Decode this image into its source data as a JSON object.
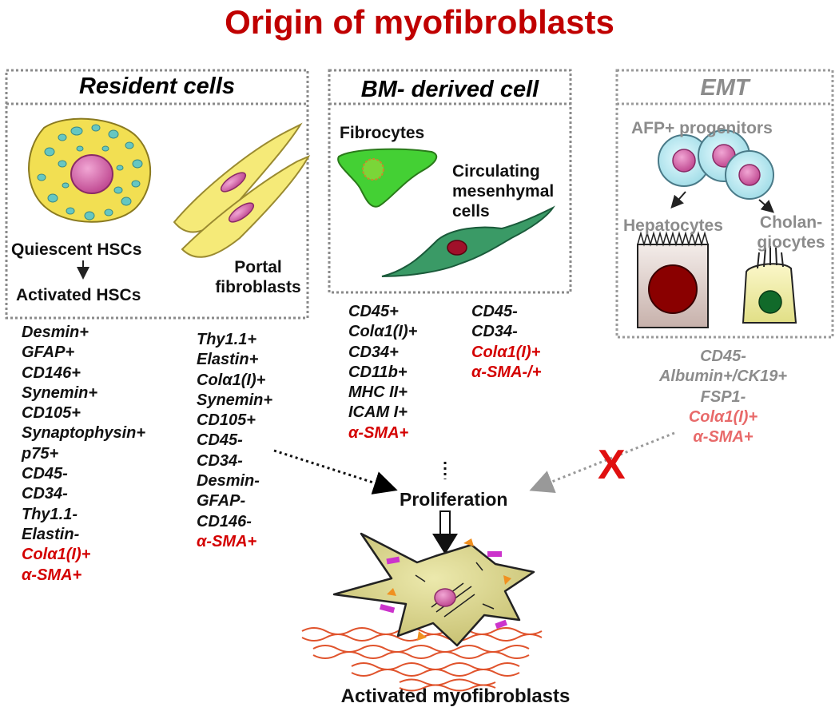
{
  "title": "Origin of myofibroblasts",
  "resident": {
    "header": "Resident cells",
    "quiescent": "Quiescent HSCs",
    "activated": "Activated HSCs",
    "portal_line1": "Portal",
    "portal_line2": "fibroblasts",
    "hsc_markers": [
      {
        "text": "Desmin+",
        "color": "black"
      },
      {
        "text": "GFAP+",
        "color": "black"
      },
      {
        "text": "CD146+",
        "color": "black"
      },
      {
        "text": "Synemin+",
        "color": "black"
      },
      {
        "text": "CD105+",
        "color": "black"
      },
      {
        "text": "Synaptophysin+",
        "color": "black"
      },
      {
        "text": "p75+",
        "color": "black"
      },
      {
        "text": "CD45-",
        "color": "black"
      },
      {
        "text": "CD34-",
        "color": "black"
      },
      {
        "text": "Thy1.1-",
        "color": "black"
      },
      {
        "text": "Elastin-",
        "color": "black"
      },
      {
        "text": "Colα1(I)+",
        "color": "red"
      },
      {
        "text": "α-SMA+",
        "color": "red"
      }
    ],
    "portal_markers": [
      {
        "text": "Thy1.1+",
        "color": "black"
      },
      {
        "text": "Elastin+",
        "color": "black"
      },
      {
        "text": "Colα1(I)+",
        "color": "black"
      },
      {
        "text": "Synemin+",
        "color": "black"
      },
      {
        "text": "CD105+",
        "color": "black"
      },
      {
        "text": "CD45-",
        "color": "black"
      },
      {
        "text": "CD34-",
        "color": "black"
      },
      {
        "text": "Desmin-",
        "color": "black"
      },
      {
        "text": "GFAP-",
        "color": "black"
      },
      {
        "text": "CD146-",
        "color": "black"
      },
      {
        "text": "α-SMA+",
        "color": "red"
      }
    ]
  },
  "bm": {
    "header": "BM- derived cell",
    "fibrocytes": "Fibrocytes",
    "circ_line1": "Circulating",
    "circ_line2": "mesenhymal",
    "circ_line3": "cells",
    "fibrocyte_markers": [
      {
        "text": "CD45+",
        "color": "black"
      },
      {
        "text": "Colα1(I)+",
        "color": "black"
      },
      {
        "text": "CD34+",
        "color": "black"
      },
      {
        "text": "CD11b+",
        "color": "black"
      },
      {
        "text": "MHC II+",
        "color": "black"
      },
      {
        "text": "ICAM I+",
        "color": "black"
      },
      {
        "text": "α-SMA+",
        "color": "red"
      }
    ],
    "circ_markers": [
      {
        "text": "CD45-",
        "color": "black"
      },
      {
        "text": "CD34-",
        "color": "black"
      },
      {
        "text": "Colα1(I)+",
        "color": "red"
      },
      {
        "text": "α-SMA-/+",
        "color": "red"
      }
    ]
  },
  "emt": {
    "header": "EMT",
    "progenitors": "AFP+ progenitors",
    "hepatocytes": "Hepatocytes",
    "chol_line1": "Cholan-",
    "chol_line2": "giocytes",
    "markers": [
      {
        "text": "CD45-",
        "color": "gray"
      },
      {
        "text": "Albumin+/CK19+",
        "color": "gray"
      },
      {
        "text": "FSP1-",
        "color": "gray"
      },
      {
        "text": "Colα1(I)+",
        "color": "lightred"
      },
      {
        "text": "α-SMA+",
        "color": "lightred"
      }
    ],
    "blocked_mark": "X"
  },
  "proliferation": "Proliferation",
  "result": "Activated myofibroblasts",
  "colors": {
    "title_red": "#c00000",
    "marker_red": "#d40000",
    "emt_gray": "#8c8c8c",
    "emt_light_red": "#e86a6a",
    "hsc_cell": "#f2df52",
    "hsc_spots": "#66c7c2",
    "nucleus": "#d15ba0",
    "fibrocyte": "#44d034",
    "mesenchymal": "#3a9a66",
    "myofibroblast": "#d9d487",
    "collagen": "#e0532c"
  }
}
